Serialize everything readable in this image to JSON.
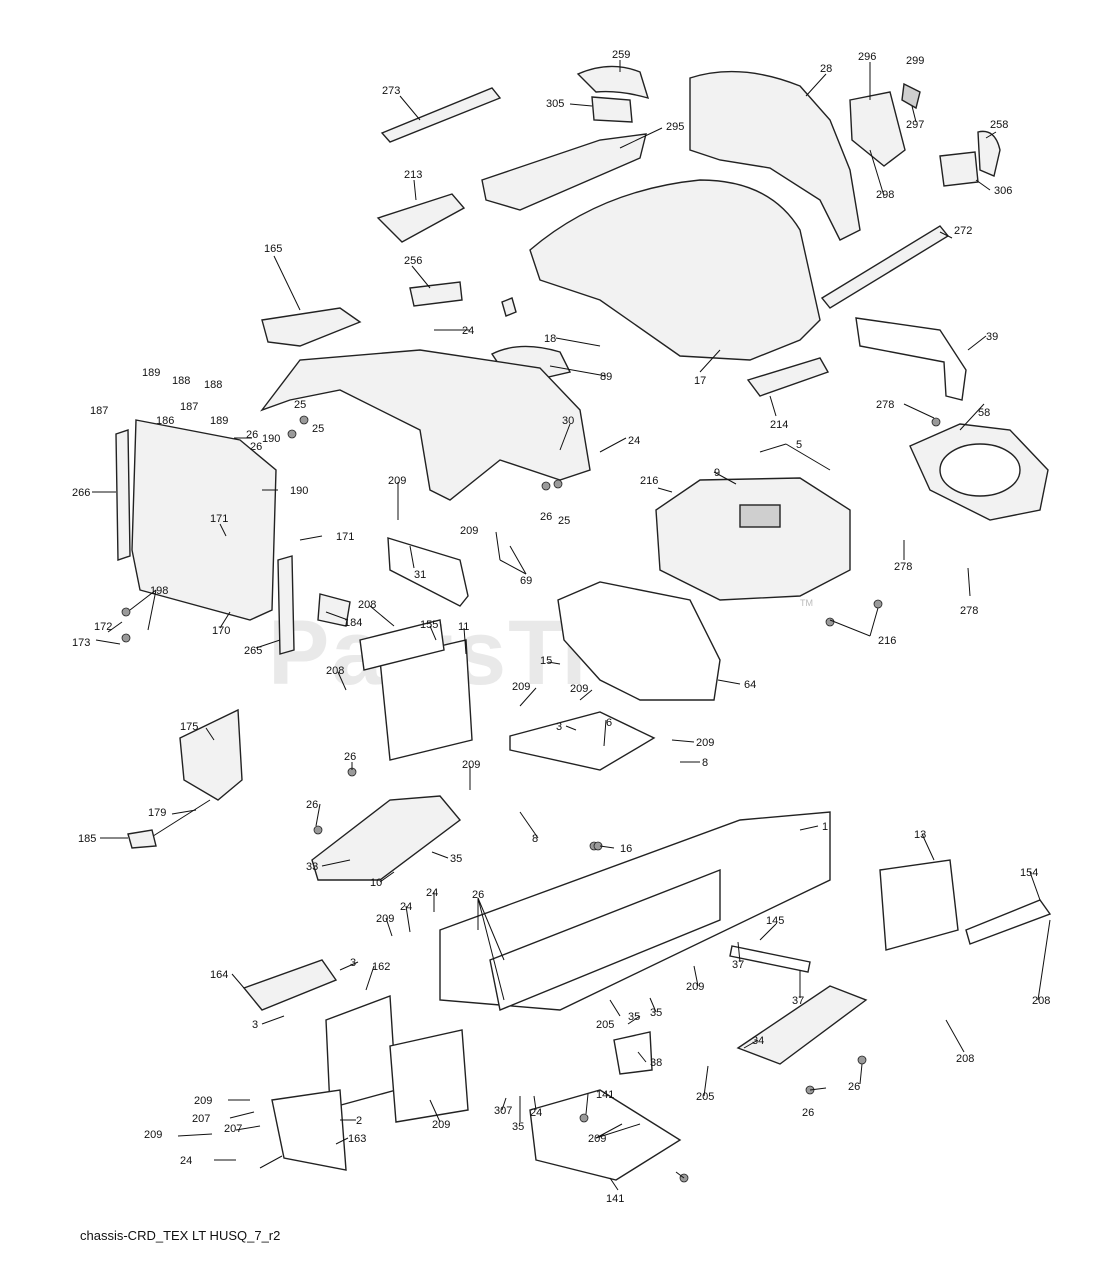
{
  "watermark": "PartsTree",
  "watermark_tm": "TM",
  "caption": "chassis-CRD_TEX LT HUSQ_7_r2",
  "labels": [
    "259",
    "273",
    "305",
    "295",
    "28",
    "296",
    "299",
    "297",
    "298",
    "258",
    "306",
    "213",
    "272",
    "165",
    "256",
    "24",
    "18",
    "89",
    "17",
    "39",
    "214",
    "189",
    "188",
    "187",
    "186",
    "188",
    "187",
    "189",
    "25",
    "26",
    "26",
    "25",
    "30",
    "24",
    "278",
    "58",
    "266",
    "190",
    "190",
    "171",
    "171",
    "209",
    "26",
    "25",
    "5",
    "9",
    "216",
    "209",
    "69",
    "31",
    "278",
    "278",
    "198",
    "172",
    "173",
    "170",
    "265",
    "184",
    "208",
    "155",
    "11",
    "15",
    "64",
    "216",
    "208",
    "6",
    "209",
    "209",
    "3",
    "209",
    "175",
    "26",
    "209",
    "8",
    "26",
    "8",
    "16",
    "179",
    "185",
    "33",
    "35",
    "10",
    "1",
    "13",
    "154",
    "26",
    "24",
    "24",
    "209",
    "145",
    "162",
    "3",
    "164",
    "37",
    "37",
    "3",
    "35",
    "205",
    "35",
    "209",
    "208",
    "34",
    "208",
    "26",
    "38",
    "205",
    "141",
    "26",
    "209",
    "207",
    "209",
    "207",
    "2",
    "163",
    "209",
    "24",
    "24",
    "35",
    "209",
    "307",
    "141"
  ]
}
